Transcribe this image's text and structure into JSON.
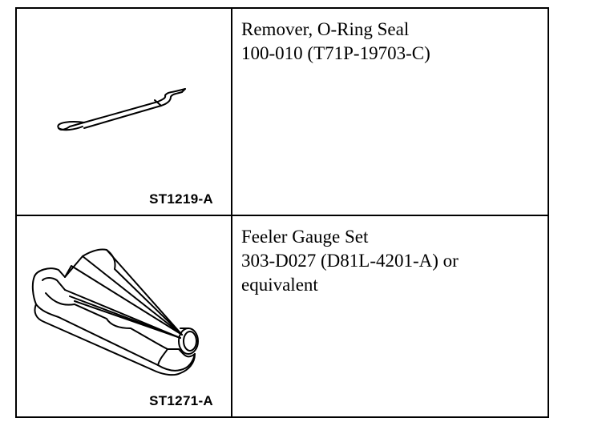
{
  "tools": [
    {
      "illustration": "oring-remover-tool-drawing",
      "caption": "ST1219-A",
      "name": "Remover, O-Ring Seal",
      "part_numbers": "100-010 (T71P-19703-C)"
    },
    {
      "illustration": "feeler-gauge-set-drawing",
      "caption": "ST1271-A",
      "name": "Feeler Gauge Set",
      "part_numbers": "303-D027 (D81L-4201-A) or",
      "part_numbers_cont": "equivalent"
    }
  ]
}
